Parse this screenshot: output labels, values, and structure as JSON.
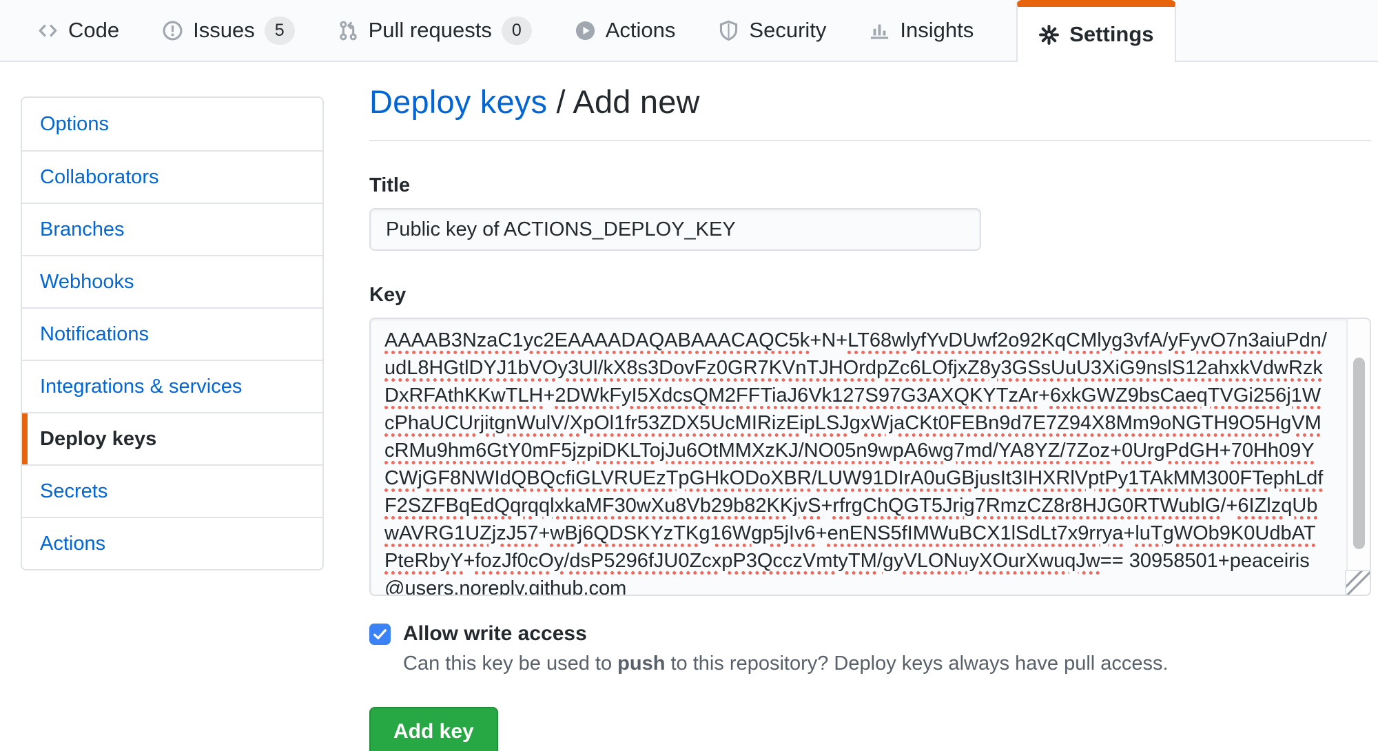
{
  "colors": {
    "accent": "#e8640c",
    "link": "#0366d6",
    "button": "#28a745",
    "squiggle": "#ee6a5f",
    "text": "#24292e",
    "muted": "#586069"
  },
  "nav": {
    "tabs": [
      {
        "label": "Code",
        "icon": "code-icon",
        "active": false
      },
      {
        "label": "Issues",
        "icon": "issue-opened-icon",
        "count": "5",
        "active": false
      },
      {
        "label": "Pull requests",
        "icon": "pull-request-icon",
        "count": "0",
        "active": false
      },
      {
        "label": "Actions",
        "icon": "play-icon",
        "active": false
      },
      {
        "label": "Security",
        "icon": "shield-icon",
        "active": false
      },
      {
        "label": "Insights",
        "icon": "graph-icon",
        "active": false
      },
      {
        "label": "Settings",
        "icon": "gear-icon",
        "active": true
      }
    ]
  },
  "sidebar": {
    "items": [
      {
        "label": "Options",
        "active": false
      },
      {
        "label": "Collaborators",
        "active": false
      },
      {
        "label": "Branches",
        "active": false
      },
      {
        "label": "Webhooks",
        "active": false
      },
      {
        "label": "Notifications",
        "active": false
      },
      {
        "label": "Integrations & services",
        "active": false
      },
      {
        "label": "Deploy keys",
        "active": true
      },
      {
        "label": "Secrets",
        "active": false
      },
      {
        "label": "Actions",
        "active": false
      }
    ]
  },
  "main": {
    "breadcrumb": {
      "link": "Deploy keys",
      "separator": " / ",
      "current": "Add new"
    },
    "title": {
      "label": "Title",
      "value": "Public key of ACTIONS_DEPLOY_KEY"
    },
    "key": {
      "label": "Key",
      "value_base64": "AAAAB3NzaC1yc2EAAAADAQABAAACAQC5k+N+LT68wlyfYvDUwf2o92KqCMlyg3vfA/yFyvO7n3aiuPdn/udL8HGtlDYJ1bVOy3Ul/kX8s3DovFz0GR7KVnTJHOrdpZc6LOfjxZ8y3GSsUuU3XiG9nslS12ahxkVdwRzkDxRFAthKKwTLH+2DWkFyI5XdcsQM2FFTiaJ6Vk127S97G3AXQKYTzAr+6xkGWZ9bsCaeqTVGi256j1WcPhaUCUrjitgnWulV/XpOl1fr53ZDX5UcMIRizEipLSJgxWjaCKt0FEBn9d7E7Z94X8Mm9oNGTH9O5HgVMcRMu9hm6GtY0mF5jzpiDKLTojJu6OtMMXzKJ/NO05n9wpA6wg7md/YA8YZ/7Zoz+0UrgPdGH+70Hh09YCWjGF8NWIdQBQcfiGLVRUEzTpGHkODoXBR/LUW91DIrA0uGBjusIt3IHXRlVptPy1TAkMM300FTephLdfF2SZFBqEdQqrqqlxkaMF30wXu8Vb29b82KKjvS+rfrgChQGT5Jrig7RmzCZ8r8HJG0RTWublG/+6IZlzqUbwAVRG1UZjzJ57+wBj6QDSKYzTKg16Wgp5jIv6+enENS5fIMWuBCX1lSdLt7x9rrya+luTgWOb9K0UdbATPteRbyY+fozJf0cOy/dsP5296fJU0ZcxpP3QcczVmtyTM/gyVLONuyXOurXwuqJw==",
      "comment": "30958501+peaceiris@users.noreply.github.com"
    },
    "write_access": {
      "label": "Allow write access",
      "checked": true,
      "description_prefix": "Can this key be used to ",
      "description_bold": "push",
      "description_suffix": " to this repository? Deploy keys always have pull access."
    },
    "add_key_button": "Add key"
  }
}
